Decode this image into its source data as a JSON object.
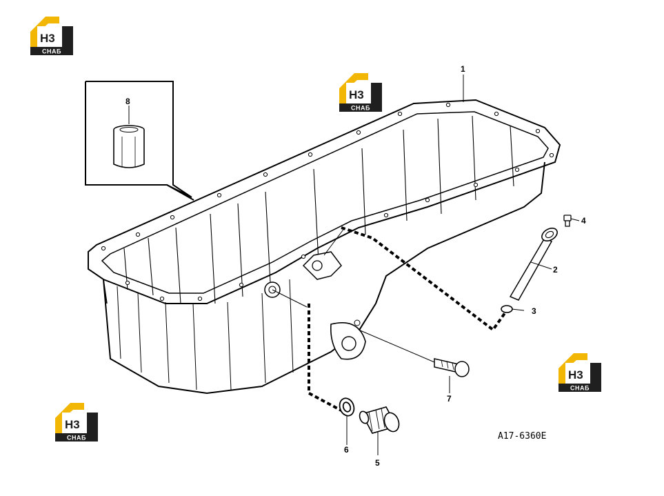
{
  "reference_code": "A17-6360E",
  "callouts": [
    {
      "id": "1",
      "label": "1"
    },
    {
      "id": "2",
      "label": "2"
    },
    {
      "id": "3",
      "label": "3"
    },
    {
      "id": "4",
      "label": "4"
    },
    {
      "id": "5",
      "label": "5"
    },
    {
      "id": "6",
      "label": "6"
    },
    {
      "id": "7",
      "label": "7"
    },
    {
      "id": "8",
      "label": "8"
    }
  ],
  "watermark": {
    "brand_top": "H3",
    "brand_bottom": "СНАБ",
    "accent_color": "#f2b705",
    "dark_color": "#1f1f1f"
  }
}
